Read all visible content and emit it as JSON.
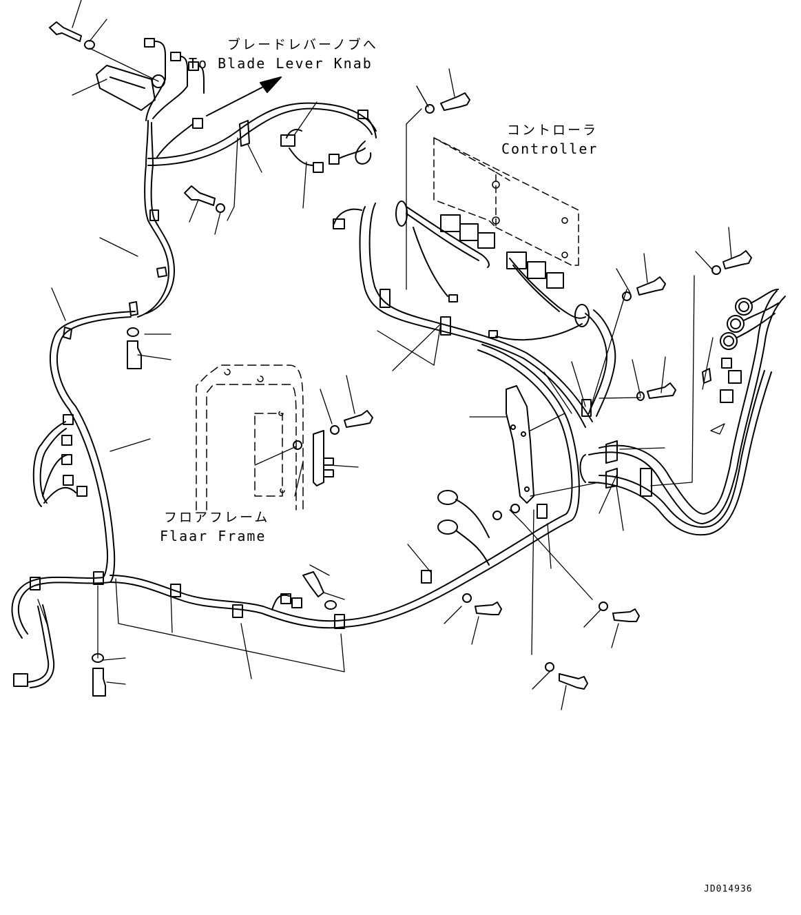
{
  "labels": {
    "blade_lever_jp": "ブレードレバーノブへ",
    "blade_lever_en": "To Blade Lever Knab",
    "controller_jp": "コントローラ",
    "controller_en": "Controller",
    "floor_frame_jp": "フロアフレーム",
    "floor_frame_en": "Flaar Frame",
    "drawing_code": "JD014936"
  },
  "colors": {
    "line": "#000000",
    "background": "#ffffff"
  }
}
